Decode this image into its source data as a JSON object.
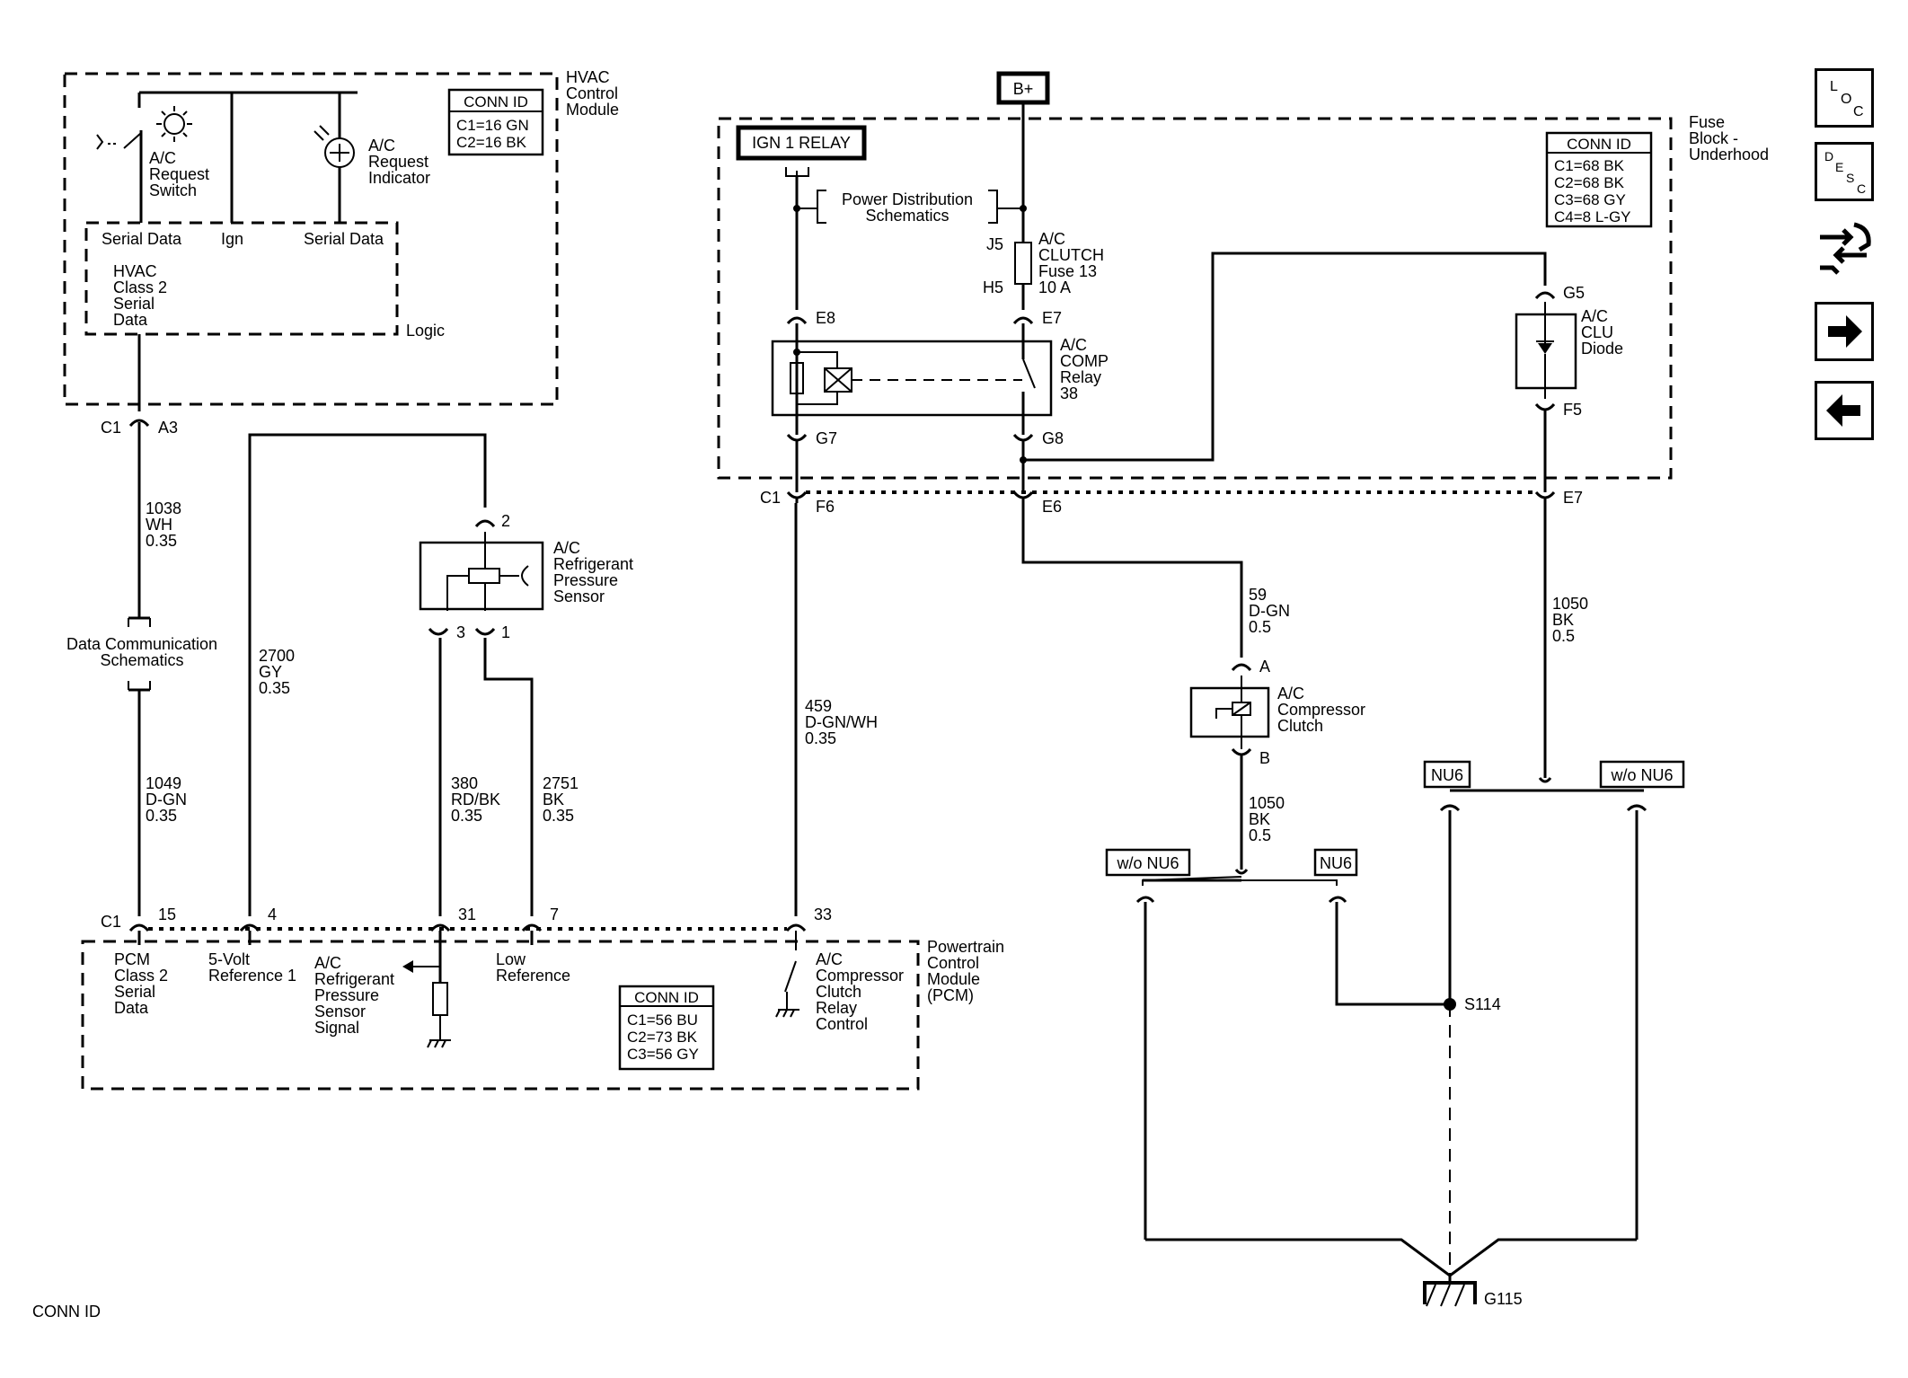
{
  "hvac": {
    "title": "HVAC\nControl\nModule",
    "conn_id": {
      "header": "CONN ID",
      "lines": [
        "C1=16 GN",
        "C2=16 BK"
      ]
    },
    "switch_label": "A/C\nRequest\nSwitch",
    "indicator_label": "A/C\nRequest\nIndicator",
    "pin_labels": [
      "Serial Data",
      "Ign",
      "Serial Data"
    ],
    "serial_data_label": "HVAC\nClass 2\nSerial\nData",
    "logic_label": "Logic",
    "connector": {
      "c": "C1",
      "pin": "A3"
    }
  },
  "wires_left": {
    "w1038": "1038\nWH\n0.35",
    "data_comm": "Data Communication\nSchematics",
    "w1049": "1049\nD-GN\n0.35",
    "w2700": "2700\nGY\n0.35",
    "w380": "380\nRD/BK\n0.35",
    "w2751": "2751\nBK\n0.35",
    "w459": "459\nD-GN/WH\n0.35"
  },
  "sensor": {
    "label": "A/C\nRefrigerant\nPressure\nSensor",
    "pin_top": "2",
    "pin_left": "3",
    "pin_right": "1"
  },
  "pcm": {
    "title": "Powertrain\nControl\nModule\n(PCM)",
    "connector": "C1",
    "pins": [
      "15",
      "4",
      "31",
      "7",
      "33"
    ],
    "labels": {
      "serial": "PCM\nClass 2\nSerial\nData",
      "five_volt": "5-Volt\nReference 1",
      "sensor_signal": "A/C\nRefrigerant\nPressure\nSensor\nSignal",
      "low_ref": "Low\nReference",
      "clutch_ctrl": "A/C\nCompressor\nClutch\nRelay\nControl"
    },
    "conn_id": {
      "header": "CONN ID",
      "lines": [
        "C1=56 BU",
        "C2=73 BK",
        "C3=56 GY"
      ]
    }
  },
  "fuse_block": {
    "title": "Fuse\nBlock -\nUnderhood",
    "b_plus": "B+",
    "ign_relay": "IGN 1 RELAY",
    "power_dist": "Power Distribution\nSchematics",
    "fuse_label": "A/C\nCLUTCH\nFuse 13\n10 A",
    "fuse_pins": [
      "J5",
      "H5"
    ],
    "relay_label": "A/C\nCOMP\nRelay\n38",
    "relay_pins": [
      "E8",
      "E7",
      "G7",
      "G8"
    ],
    "diode_label": "A/C\nCLU\nDiode",
    "diode_pins": [
      "G5",
      "F5"
    ],
    "conn_id": {
      "header": "CONN ID",
      "lines": [
        "C1=68 BK",
        "C2=68 BK",
        "C3=68 GY",
        "C4=8 L-GY"
      ]
    },
    "out_connector": "C1",
    "out_pins": [
      "F6",
      "E6",
      "E7"
    ]
  },
  "right": {
    "w59": "59\nD-GN\n0.5",
    "clutch_label": "A/C\nCompressor\nClutch",
    "clutch_pins": [
      "A",
      "B"
    ],
    "w1050a": "1050\nBK\n0.5",
    "w1050b": "1050\nBK\n0.5",
    "nu6_tags": [
      "NU6",
      "w/o NU6",
      "w/o NU6",
      "NU6"
    ],
    "splice": "S114",
    "ground": "G115"
  },
  "footer": {
    "conn_id": "CONN ID"
  },
  "nav": {
    "loc": "LOC",
    "desc": "DESC"
  }
}
